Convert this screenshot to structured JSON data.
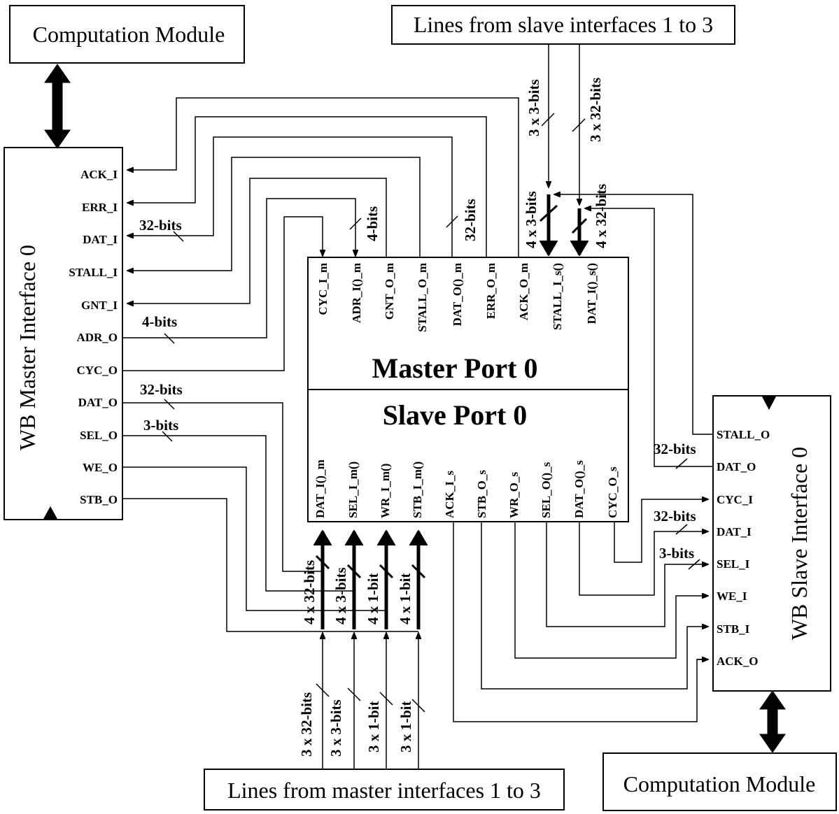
{
  "boxes": {
    "comp_top_left": "Computation Module",
    "comp_bottom_right": "Computation Module",
    "slave_lines": "Lines from slave interfaces 1 to 3",
    "master_lines": "Lines from master interfaces 1 to 3",
    "wb_master": "WB Master Interface 0",
    "wb_slave": "WB Slave Interface 0",
    "master_port": "Master Port 0",
    "slave_port": "Slave Port 0"
  },
  "master_interface_signals": [
    "ACK_I",
    "ERR_I",
    "DAT_I",
    "STALL_I",
    "GNT_I",
    "ADR_O",
    "CYC_O",
    "DAT_O",
    "SEL_O",
    "WE_O",
    "STB_O"
  ],
  "master_port_signals": [
    "CYC_I_m",
    "ADR_I()_m",
    "GNT_O_m",
    "STALL_O_m",
    "DAT_O()_m",
    "ERR_O_m",
    "ACK_O_m",
    "STALL_I_s()",
    "DAT_I()_s()"
  ],
  "slave_port_signals": [
    "DAT_I()_m",
    "SEL_I_m()",
    "WR_I_m()",
    "STB_I_m()",
    "ACK_I_s",
    "STB_O_s",
    "WR_O_s",
    "SEL_O()_s",
    "DAT_O()_s",
    "CYC_O_s"
  ],
  "slave_interface_signals": [
    "STALL_O",
    "DAT_O",
    "CYC_I",
    "DAT_I",
    "SEL_I",
    "WE_I",
    "STB_I",
    "ACK_O"
  ],
  "bit_labels": {
    "m_dat_i": "32-bits",
    "m_adr_o": "4-bits",
    "m_dat_o": "32-bits",
    "m_sel_o": "3-bits",
    "adr_in": "4-bits",
    "dat_out": "32-bits",
    "s_top_3x3": "3 x 3-bits",
    "s_top_3x32": "3 x 32-bits",
    "s_4x3": "4 x 3-bits",
    "s_4x32": "4 x 32-bits",
    "sl_dat_o": "32-bits",
    "sl_dat_i": "32-bits",
    "sl_sel_i": "3-bits",
    "b_4x32": "4 x 32-bits",
    "b_4x3": "4 x 3-bits",
    "b_4x1a": "4 x 1-bit",
    "b_4x1b": "4 x 1-bit",
    "b_3x32": "3 x 32-bits",
    "b_3x3": "3 x 3-bits",
    "b_3x1a": "3 x 1-bit",
    "b_3x1b": "3 x 1-bit"
  }
}
